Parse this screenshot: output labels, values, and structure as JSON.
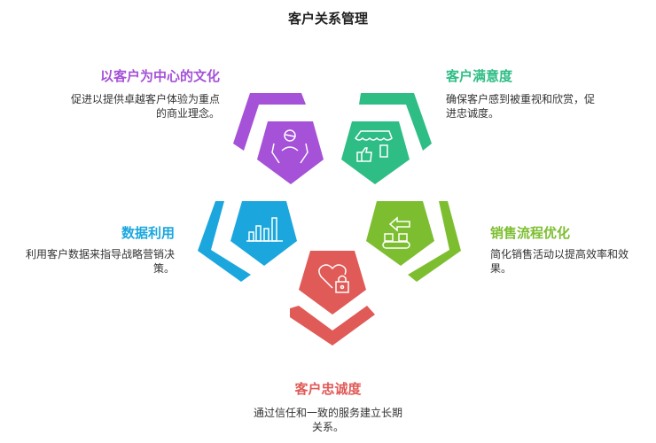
{
  "title": "客户关系管理",
  "items": [
    {
      "name": "customer-centric",
      "heading": "以客户为中心的文化",
      "desc1": "促进以提供卓越客户体验为重点",
      "desc2": "的商业理念。",
      "color": "#A551D8",
      "icon": "caring-hands-person-icon"
    },
    {
      "name": "satisfaction",
      "heading": "客户满意度",
      "desc1": "确保客户感到被重视和欣赏，促",
      "desc2": "进忠诚度。",
      "color": "#2EBD85",
      "icon": "store-thumbs-up-icon"
    },
    {
      "name": "data-usage",
      "heading": "数据利用",
      "desc1": "利用客户数据来指导战略营销决",
      "desc2": "策。",
      "color": "#1BA7DD",
      "icon": "bar-chart-icon"
    },
    {
      "name": "sales-process",
      "heading": "销售流程优化",
      "desc1": "简化销售活动以提高效率和效",
      "desc2": "果。",
      "color": "#7DBE31",
      "icon": "conveyor-arrow-icon"
    },
    {
      "name": "loyalty",
      "heading": "客户忠诚度",
      "desc1": "通过信任和一致的服务建立长期",
      "desc2": "关系。",
      "color": "#E05A57",
      "icon": "heart-lock-icon"
    }
  ]
}
